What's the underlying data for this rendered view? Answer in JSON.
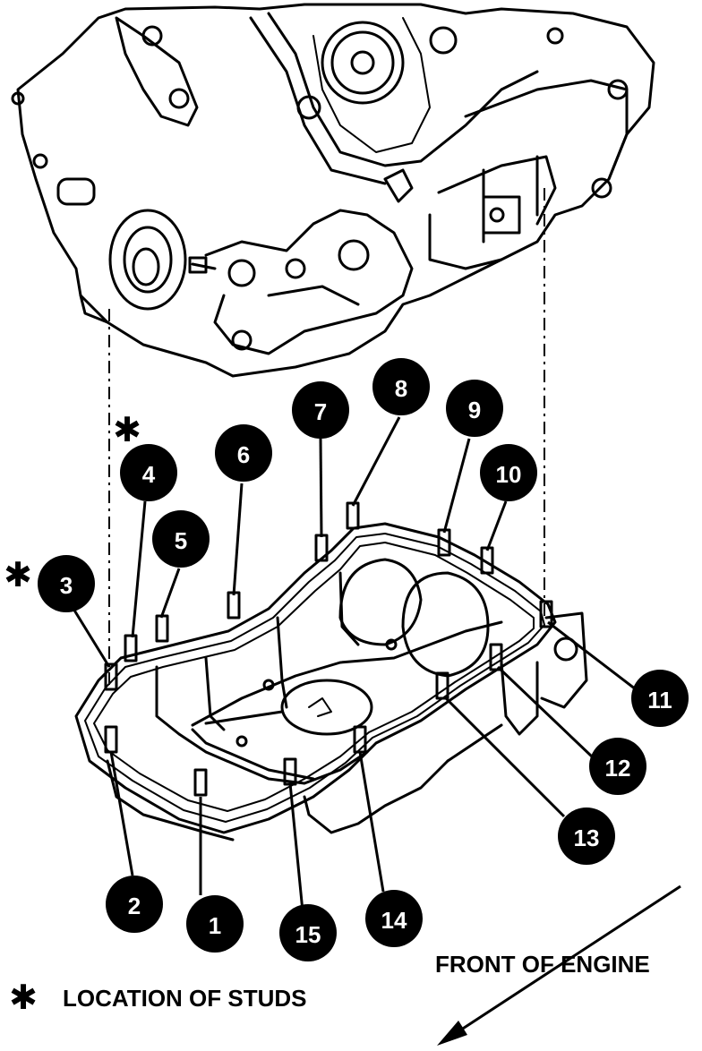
{
  "callouts": [
    "1",
    "2",
    "3",
    "4",
    "5",
    "6",
    "7",
    "8",
    "9",
    "10",
    "11",
    "12",
    "13",
    "14",
    "15"
  ],
  "stud_marker": "✱",
  "front_label": "FRONT OF ENGINE",
  "legend_label": "LOCATION OF STUDS",
  "colors": {
    "ink": "#000000",
    "paper": "#ffffff"
  }
}
